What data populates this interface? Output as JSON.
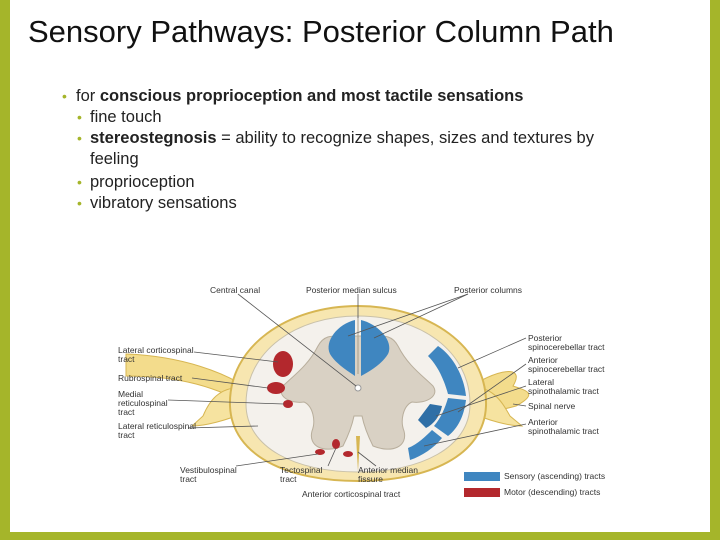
{
  "slide": {
    "title": "Sensory Pathways: Posterior Column Path",
    "bullet_main_prefix": "for ",
    "bullet_main_bold": "conscious proprioception and most tactile sensations",
    "sub_bullets": {
      "fine_touch": "fine touch",
      "stereo_term": "stereostegnosis",
      "stereo_def_line1": " = ability to recognize shapes, sizes and textures by",
      "stereo_def_line2": "feeling",
      "proprioception": "proprioception",
      "vibratory": "vibratory sensations"
    }
  },
  "figure": {
    "labels": {
      "central_canal": "Central canal",
      "posterior_median_sulcus": "Posterior median sulcus",
      "posterior_columns": "Posterior columns",
      "lateral_corticospinal_1": "Lateral corticospinal",
      "lateral_corticospinal_2": "tract",
      "rubrospinal": "Rubrospinal tract",
      "medial_reticulospinal_1": "Medial",
      "medial_reticulospinal_2": "reticulospinal",
      "medial_reticulospinal_3": "tract",
      "lateral_reticulospinal_1": "Lateral reticulospinal",
      "lateral_reticulospinal_2": "tract",
      "vestibulospinal_1": "Vestibulospinal",
      "vestibulospinal_2": "tract",
      "tectospinal_1": "Tectospinal",
      "tectospinal_2": "tract",
      "anterior_median_fissure_1": "Anterior median",
      "anterior_median_fissure_2": "fissure",
      "anterior_corticospinal": "Anterior corticospinal tract",
      "posterior_spinocerebellar_1": "Posterior",
      "posterior_spinocerebellar_2": "spinocerebellar tract",
      "anterior_spinocerebellar_1": "Anterior",
      "anterior_spinocerebellar_2": "spinocerebellar tract",
      "lateral_spinothalamic_1": "Lateral",
      "lateral_spinothalamic_2": "spinothalamic tract",
      "spinal_nerve": "Spinal nerve",
      "anterior_spinothalamic_1": "Anterior",
      "anterior_spinothalamic_2": "spinothalamic tract"
    },
    "legend": {
      "sensory": "Sensory (ascending) tracts",
      "motor": "Motor (descending) tracts",
      "sensory_color": "#3f86c0",
      "motor_color": "#b3282d"
    }
  }
}
